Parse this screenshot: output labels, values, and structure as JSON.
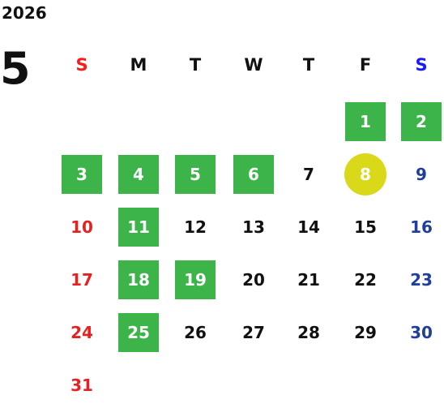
{
  "calendar": {
    "year": "2026",
    "month": "5",
    "weekdays": [
      "S",
      "M",
      "T",
      "W",
      "T",
      "F",
      "S"
    ],
    "days": [
      {
        "label": "1",
        "col": 5,
        "row": 0,
        "type": "normal",
        "highlight": true
      },
      {
        "label": "2",
        "col": 6,
        "row": 0,
        "type": "normal",
        "highlight": true
      },
      {
        "label": "3",
        "col": 0,
        "row": 1,
        "type": "normal",
        "highlight": true
      },
      {
        "label": "4",
        "col": 1,
        "row": 1,
        "type": "normal",
        "highlight": true
      },
      {
        "label": "5",
        "col": 2,
        "row": 1,
        "type": "normal",
        "highlight": true
      },
      {
        "label": "6",
        "col": 3,
        "row": 1,
        "type": "normal",
        "highlight": true
      },
      {
        "label": "7",
        "col": 4,
        "row": 1,
        "type": "normal",
        "highlight": false
      },
      {
        "label": "8",
        "col": 5,
        "row": 1,
        "type": "today",
        "highlight": false
      },
      {
        "label": "9",
        "col": 6,
        "row": 1,
        "type": "sat",
        "highlight": false
      },
      {
        "label": "10",
        "col": 0,
        "row": 2,
        "type": "sun",
        "highlight": false
      },
      {
        "label": "11",
        "col": 1,
        "row": 2,
        "type": "normal",
        "highlight": true
      },
      {
        "label": "12",
        "col": 2,
        "row": 2,
        "type": "normal",
        "highlight": false
      },
      {
        "label": "13",
        "col": 3,
        "row": 2,
        "type": "normal",
        "highlight": false
      },
      {
        "label": "14",
        "col": 4,
        "row": 2,
        "type": "normal",
        "highlight": false
      },
      {
        "label": "15",
        "col": 5,
        "row": 2,
        "type": "normal",
        "highlight": false
      },
      {
        "label": "16",
        "col": 6,
        "row": 2,
        "type": "sat",
        "highlight": false
      },
      {
        "label": "17",
        "col": 0,
        "row": 3,
        "type": "sun",
        "highlight": false
      },
      {
        "label": "18",
        "col": 1,
        "row": 3,
        "type": "normal",
        "highlight": true
      },
      {
        "label": "19",
        "col": 2,
        "row": 3,
        "type": "normal",
        "highlight": true
      },
      {
        "label": "20",
        "col": 3,
        "row": 3,
        "type": "normal",
        "highlight": false
      },
      {
        "label": "21",
        "col": 4,
        "row": 3,
        "type": "normal",
        "highlight": false
      },
      {
        "label": "22",
        "col": 5,
        "row": 3,
        "type": "normal",
        "highlight": false
      },
      {
        "label": "23",
        "col": 6,
        "row": 3,
        "type": "sat",
        "highlight": false
      },
      {
        "label": "24",
        "col": 0,
        "row": 4,
        "type": "sun",
        "highlight": false
      },
      {
        "label": "25",
        "col": 1,
        "row": 4,
        "type": "normal",
        "highlight": true
      },
      {
        "label": "26",
        "col": 2,
        "row": 4,
        "type": "normal",
        "highlight": false
      },
      {
        "label": "27",
        "col": 3,
        "row": 4,
        "type": "normal",
        "highlight": false
      },
      {
        "label": "28",
        "col": 4,
        "row": 4,
        "type": "normal",
        "highlight": false
      },
      {
        "label": "29",
        "col": 5,
        "row": 4,
        "type": "normal",
        "highlight": false
      },
      {
        "label": "30",
        "col": 6,
        "row": 4,
        "type": "sat",
        "highlight": false
      },
      {
        "label": "31",
        "col": 0,
        "row": 5,
        "type": "sun",
        "highlight": false
      }
    ]
  },
  "colors": {
    "highlight": "#3cb44a",
    "today": "#d9d91a",
    "sunday": "#e52222",
    "saturday": "#1f3f9a",
    "header_sunday": "#ff1a1a",
    "header_saturday": "#1a1aff"
  }
}
